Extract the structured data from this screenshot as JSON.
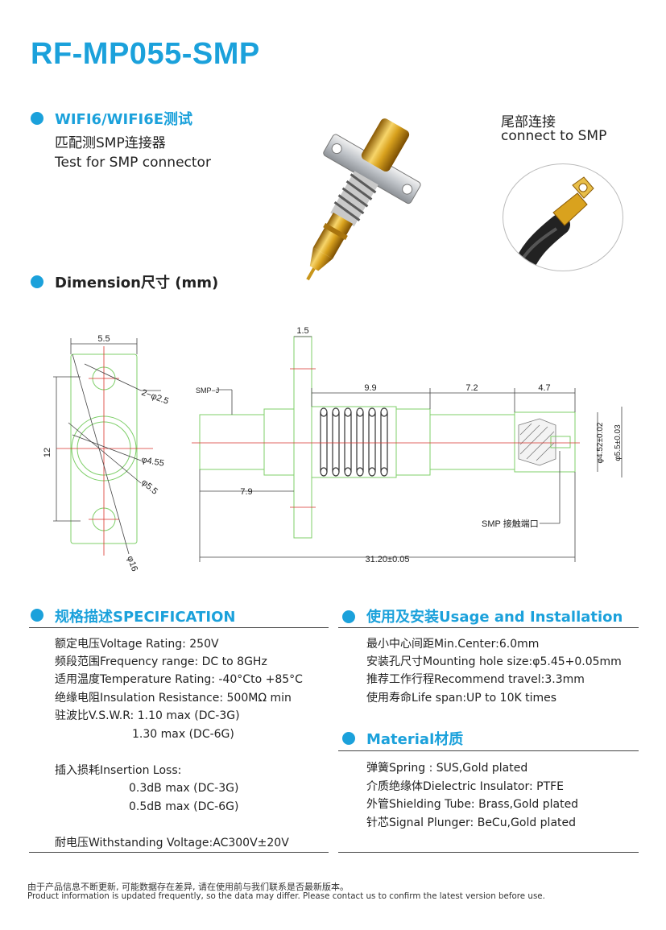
{
  "title": "RF-MP055-SMP",
  "intro": {
    "heading": "WIFI6/WIFI6E测试",
    "line1": "匹配测SMP连接器",
    "line2": "Test for SMP connector"
  },
  "tail": {
    "line1": "尾部连接",
    "line2": "connect to SMP"
  },
  "dimension_heading": "Dimension尺寸 (mm)",
  "drawing": {
    "w55": "5.5",
    "d25": "2−φ2.5",
    "d455": "φ4.55",
    "d55": "φ5.5",
    "d16": "φ16",
    "h12": "12",
    "w15": "1.5",
    "smpj": "SMP−J",
    "w99": "9.9",
    "w72": "7.2",
    "w47": "4.7",
    "d452": "φ4.52±0.02",
    "d55b": "φ5.5±0.03",
    "w79": "7.9",
    "port": "SMP 接触端口",
    "total": "31.20±0.05"
  },
  "spec": {
    "heading": "规格描述SPECIFICATION",
    "lines": [
      "额定电压Voltage Rating: 250V",
      "频段范围Frequency range: DC to 8GHz",
      "适用温度Temperature Rating: -40°Cto +85°C",
      "绝缘电阻Insulation Resistance: 500MΩ min",
      "驻波比V.S.W.R: 1.10 max (DC-3G)",
      "1.30 max (DC-6G)",
      "插入损耗Insertion Loss:",
      "0.3dB max (DC-3G)",
      "0.5dB max (DC-6G)",
      "耐电压Withstanding Voltage:AC300V±20V"
    ]
  },
  "usage": {
    "heading": "使用及安装Usage and Installation",
    "lines": [
      "最小中心间距Min.Center:6.0mm",
      "安装孔尺寸Mounting hole size:φ5.45+0.05mm",
      "推荐工作行程Recommend travel:3.3mm",
      "使用寿命Life span:UP to 10K times"
    ]
  },
  "material": {
    "heading": "Material材质",
    "lines": [
      "弹簧Spring : SUS,Gold plated",
      "介质绝缘体Dielectric Insulator: PTFE",
      "外管Shielding Tube: Brass,Gold plated",
      "针芯Signal Plunger: BeCu,Gold plated"
    ]
  },
  "footer": {
    "cn": "由于产品信息不断更新, 可能数据存在差异, 请在使用前与我们联系是否最新版本。",
    "en": "Product information is updated frequently, so the data may differ. Please contact us to confirm the latest version before use."
  },
  "colors": {
    "accent": "#1ba1db",
    "gold": "#d4a017",
    "outline_green": "#7fcf6a",
    "centerline_red": "#d9332b"
  }
}
